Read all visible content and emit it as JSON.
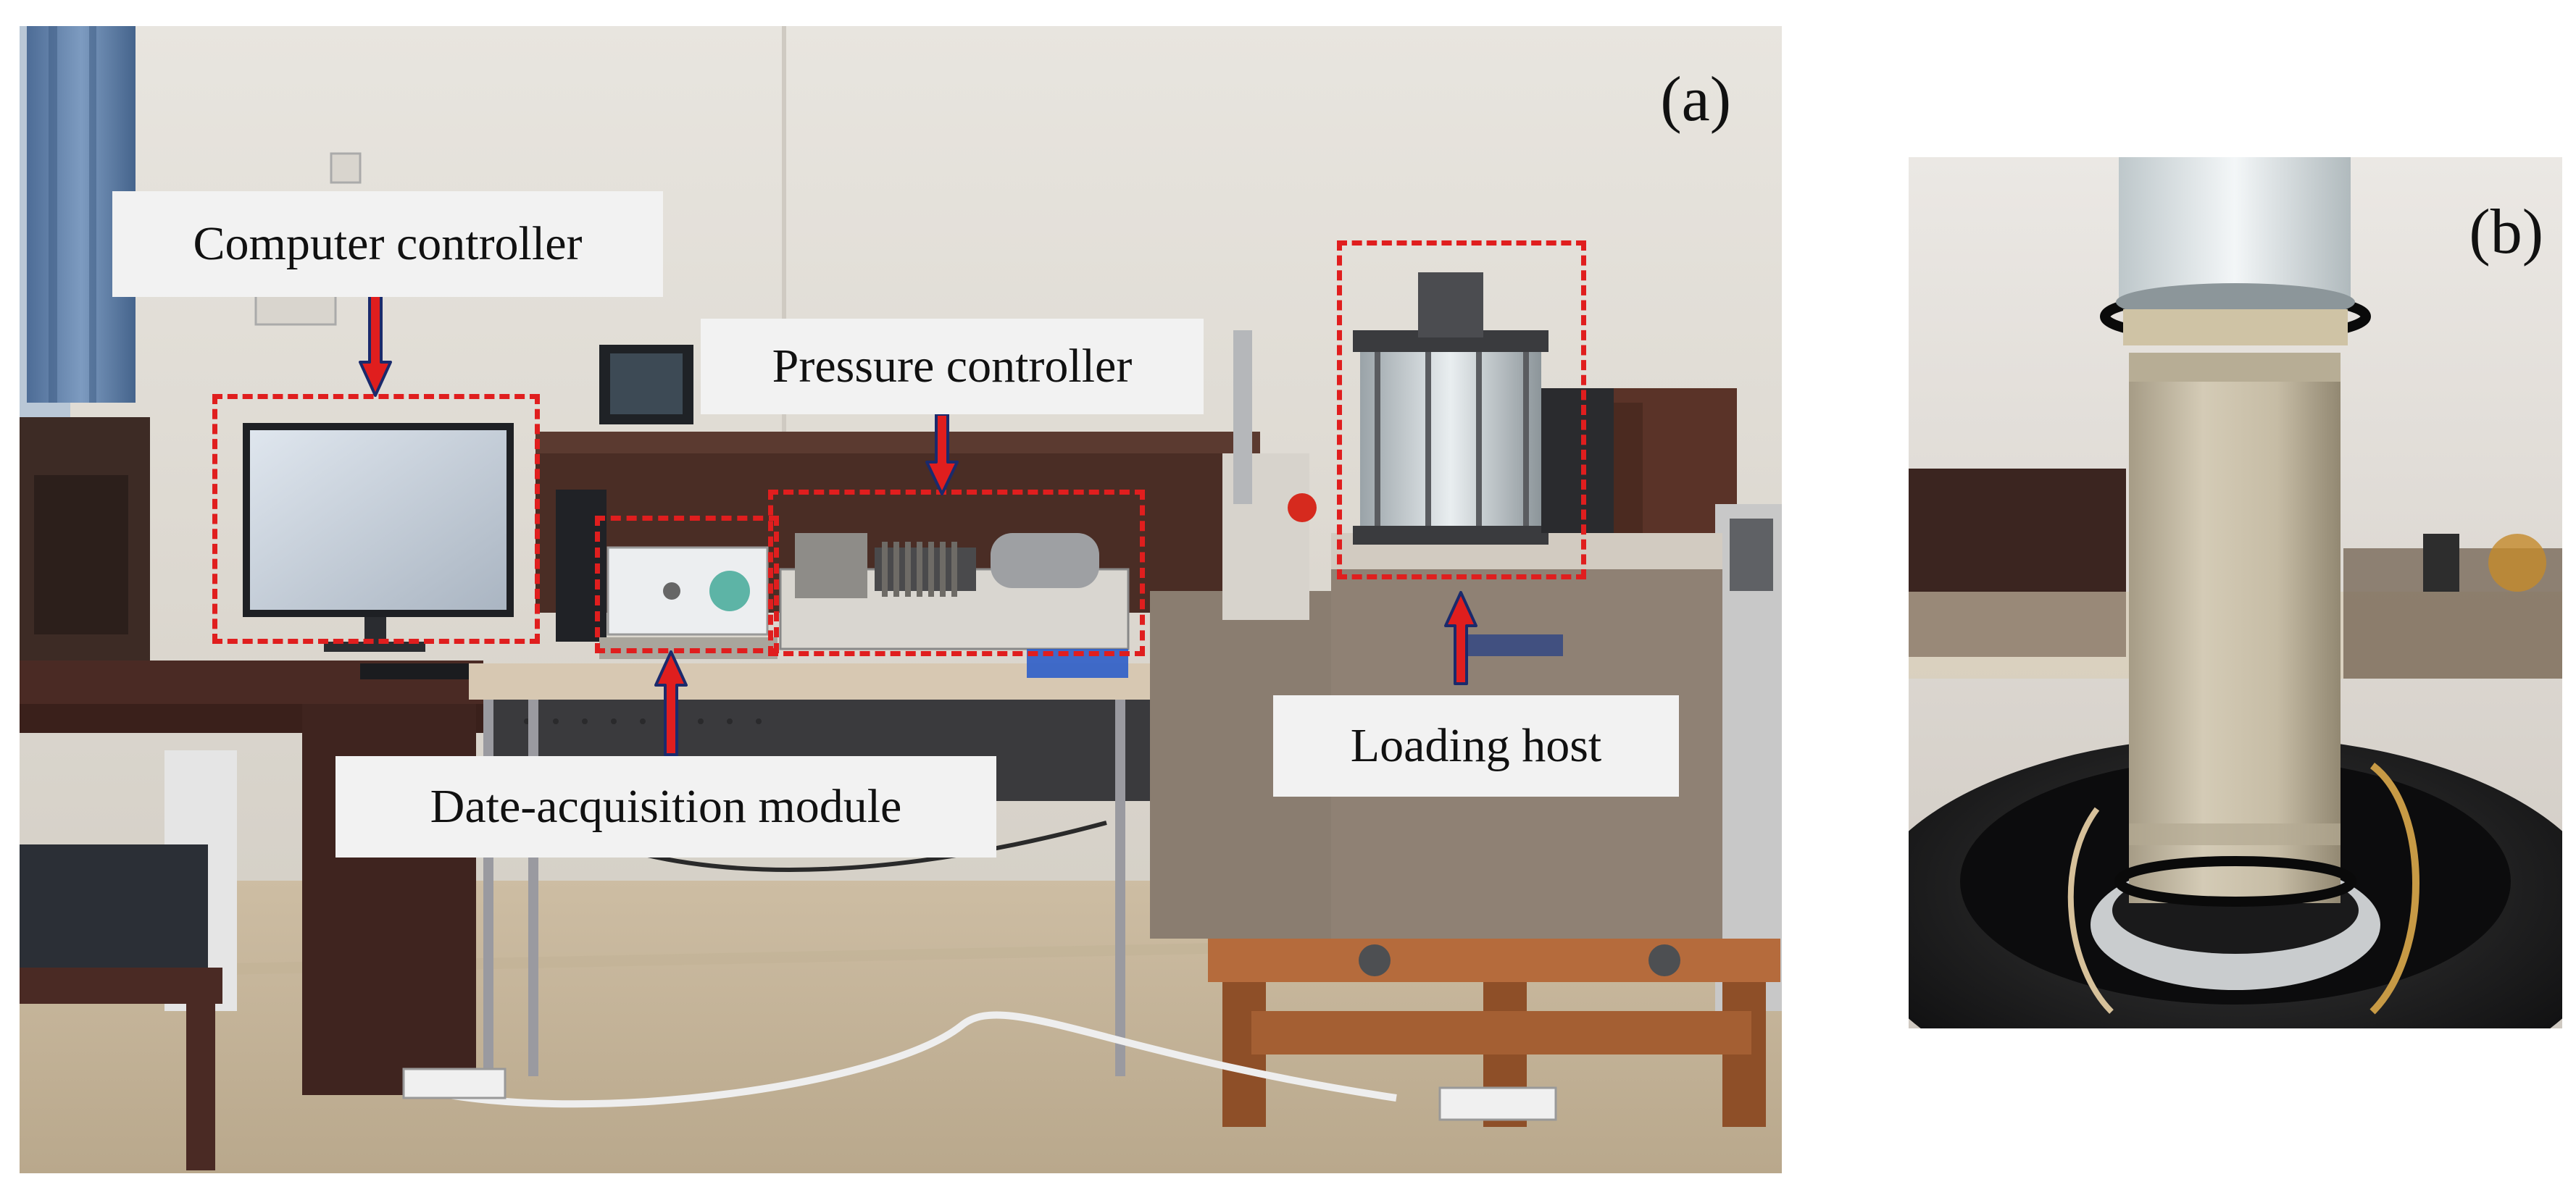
{
  "figure": {
    "panel_a": {
      "letter": "(a)",
      "labels": {
        "computer_controller": "Computer controller",
        "pressure_controller": "Pressure controller",
        "data_acquisition": "Date-acquisition module",
        "loading_host": "Loading host"
      },
      "colors": {
        "dash_box": "#e01e1e",
        "arrow_fill": "#e01e1e",
        "arrow_outline": "#1a2a6c",
        "callout_bg": "#f2f2f2"
      }
    },
    "panel_b": {
      "letter": "(b)"
    }
  }
}
